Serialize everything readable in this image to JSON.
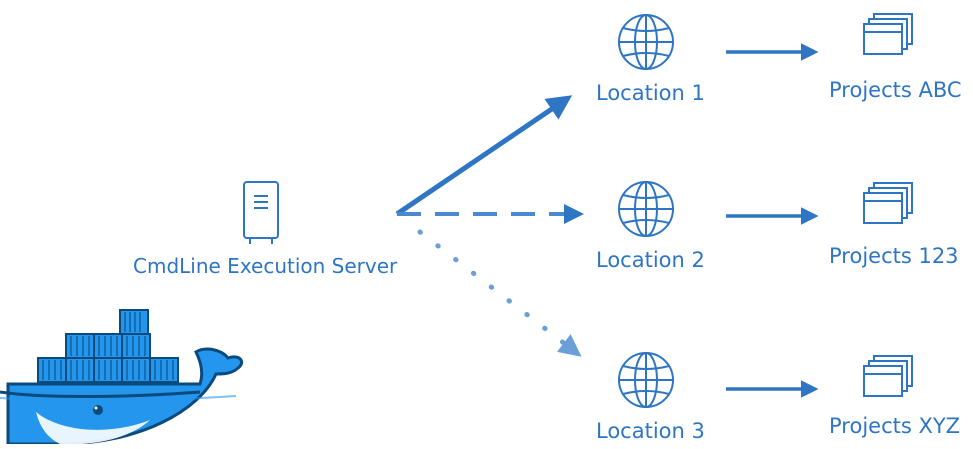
{
  "diagram": {
    "server": {
      "label": "CmdLine Execution Server",
      "icon": "server-icon"
    },
    "mascot": {
      "icon": "docker-whale-logo"
    },
    "locations": [
      {
        "label": "Location 1",
        "icon": "globe-icon",
        "connection": "solid"
      },
      {
        "label": "Location 2",
        "icon": "globe-icon",
        "connection": "dashed"
      },
      {
        "label": "Location 3",
        "icon": "globe-icon",
        "connection": "dotted"
      }
    ],
    "projects": [
      {
        "label": "Projects ABC",
        "icon": "windows-stack-icon"
      },
      {
        "label": "Projects 123",
        "icon": "windows-stack-icon"
      },
      {
        "label": "Projects XYZ",
        "icon": "windows-stack-icon"
      }
    ],
    "colors": {
      "accent": "#2e75c4",
      "docker_blue": "#2496ed",
      "docker_dark": "#0b4a7c"
    }
  }
}
